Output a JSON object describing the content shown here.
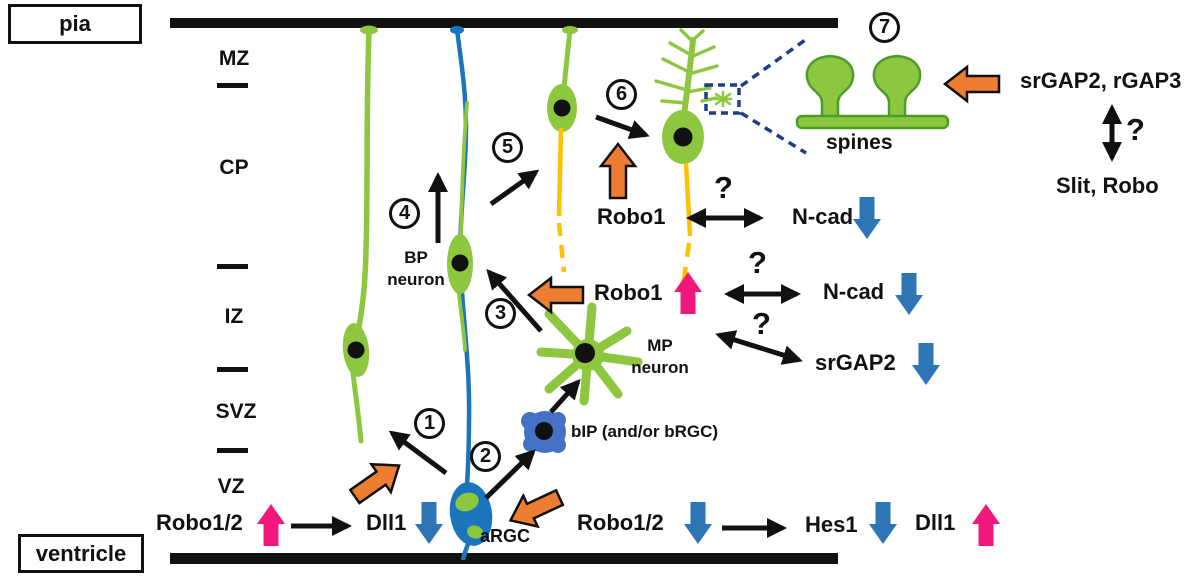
{
  "labels": {
    "pia": "pia",
    "ventricle": "ventricle"
  },
  "layers": {
    "mz": "MZ",
    "cp": "CP",
    "iz": "IZ",
    "svz": "SVZ",
    "vz": "VZ"
  },
  "steps": {
    "s1": "1",
    "s2": "2",
    "s3": "3",
    "s4": "4",
    "s5": "5",
    "s6": "6",
    "s7": "7"
  },
  "cells": {
    "argc_label": "aRGC",
    "bip_label": "bIP (and/or bRGC)",
    "mp_name_line1": "MP",
    "mp_name_line2": "neuron",
    "bp_name_line1": "BP",
    "bp_name_line2": "neuron",
    "spines_label": "spines"
  },
  "molecules": {
    "vz_robo": "Robo1/2",
    "vz_dll1": "Dll1",
    "mid_robo": "Robo1/2",
    "mid_hes1": "Hes1",
    "mid_dll1": "Dll1",
    "row1_robo1": "Robo1",
    "row1_ncad": "N-cad",
    "row2_robo1": "Robo1",
    "row2_ncad": "N-cad",
    "row3_srgap2": "srGAP2",
    "spine_regulators": "srGAP2, rGAP3",
    "slit_robo": "Slit, Robo"
  },
  "symbols": {
    "question": "?"
  },
  "colors": {
    "cell_green": "#8DC63F",
    "green_outline": "#4C9B2B",
    "fiber_blue": "#1B75BC",
    "bip_blue": "#4472C4",
    "down_arrow_blue": "#2E75B6",
    "block_arrow_orange": "#ED7D31",
    "up_arrow_pink": "#F0187C",
    "axon_yellow": "#FFC000",
    "magnifier_navy": "#1F3C88",
    "ink_black": "#111111"
  }
}
